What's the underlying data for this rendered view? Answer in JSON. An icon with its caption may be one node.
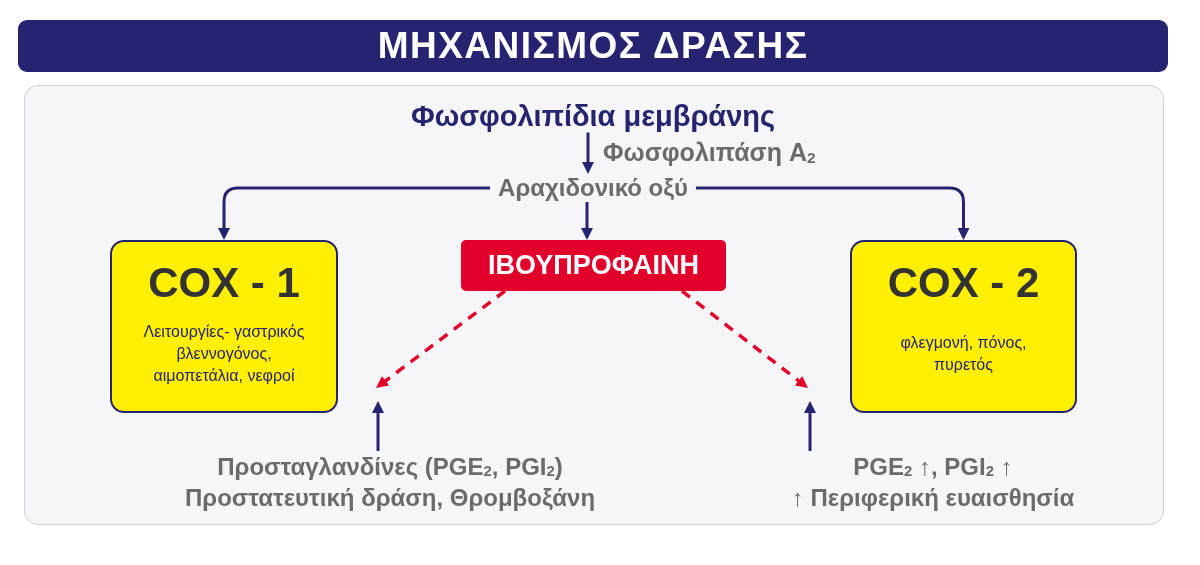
{
  "diagram": {
    "title": "ΜΗΧΑΝΙΣΜΟΣ ΔΡΑΣΗΣ",
    "nodes": [
      {
        "text": [
          "Φωσφολιπίδια μεμβράνης"
        ]
      },
      {
        "text": [
          "Αραχιδονικό οξύ"
        ]
      },
      {
        "text": [
          "ΙΒΟΥΠΡΟΦΑΙΝΗ"
        ]
      },
      {
        "text": [
          "COX - 1",
          "Λειτουργίες- γαστρικός βλεννογόνος, αιμοπετάλια, νεφροί"
        ]
      },
      {
        "text": [
          "COX - 2",
          "φλεγμονή, πόνος, πυρετός"
        ]
      },
      {
        "text": [
          "Προσταγλανδίνες (PGE$_{2}$, PGI$_{2}$)",
          "Προστατευτική δράση, Θρομβοξάνη"
        ]
      },
      {
        "text": [
          "PGE$_{2}$ ↑, PGI$_{2}$ ↑",
          "↑ Περιφερική ευαισθησία"
        ]
      }
    ],
    "edges": [
      {
        "from": 0,
        "to": 1,
        "arrow": "to",
        "label": "Φωσφολιπάση A$_{2}$"
      },
      {
        "from": 1,
        "to": 3,
        "arrow": "to"
      },
      {
        "from": 1,
        "to": 4,
        "arrow": "to"
      },
      {
        "from": 1,
        "to": 2,
        "arrow": "to"
      },
      {
        "from": 2,
        "to": null,
        "arrow": "to",
        "style": "dashed",
        "color": "#e2002a"
      },
      {
        "from": 2,
        "to": null,
        "arrow": "to",
        "style": "dashed",
        "color": "#e2002a"
      },
      {
        "from": 5,
        "to": null,
        "arrow": "to"
      },
      {
        "from": 6,
        "to": null,
        "arrow": "to"
      }
    ]
  }
}
